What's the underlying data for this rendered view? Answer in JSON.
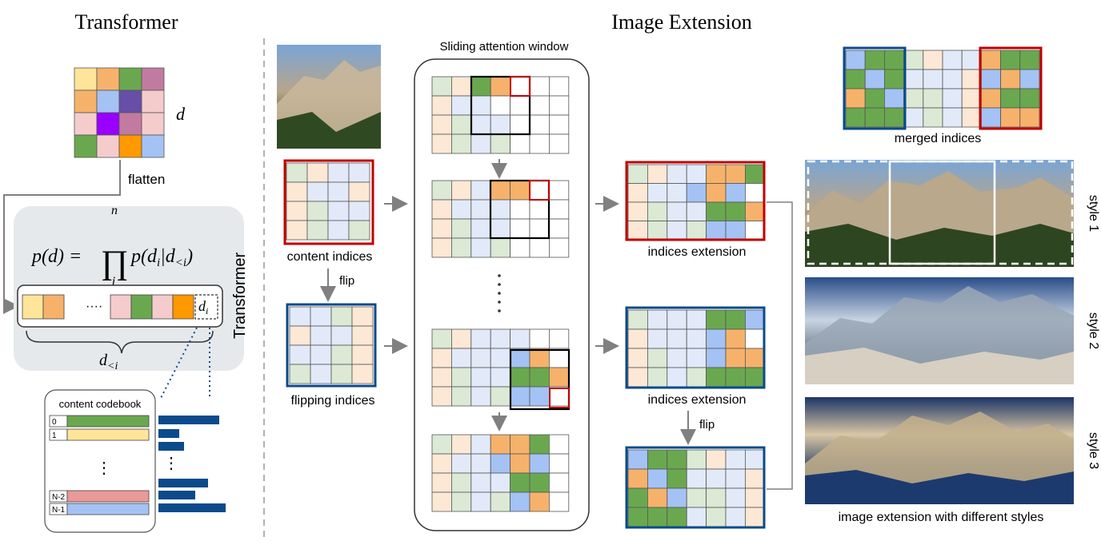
{
  "left_panel": {
    "title": "Transformer",
    "dim_label": "d",
    "flatten_label": "flatten",
    "formula": {
      "lhs": "p(d) =",
      "product_symbol": "∏",
      "product_upper": "n",
      "product_lower": "i",
      "rhs": "p(d",
      "rhs_sub_i": "i",
      "rhs_given": "|d",
      "rhs_sub_lt_i": "<i",
      "rhs_close": ")"
    },
    "sequence_ellipsis": "····",
    "sequence_last_token": "d",
    "sequence_last_token_sub": "i",
    "brace_label": "d",
    "brace_label_sub": "<i",
    "vertical_label": "Transformer",
    "codebook": {
      "title": "content codebook",
      "entries": [
        {
          "index": "0",
          "color": "#6aa84f"
        },
        {
          "index": "1",
          "color": "#ffe599"
        },
        {
          "index": "N-2",
          "color": "#ea9999"
        },
        {
          "index": "N-1",
          "color": "#a4c2f4"
        }
      ],
      "ellipsis": "⋮",
      "bar_color": "#0b4a8b"
    }
  },
  "right_panel": {
    "title": "Image Extension",
    "content_indices_label": "content indices",
    "flip_label_1": "flip",
    "flipping_indices_label": "flipping indices",
    "window_title": "Sliding attention window",
    "window_ellipsis": "⋮",
    "indices_extension_label_top": "indices extension",
    "indices_extension_label_bottom": "indices extension",
    "flip_label_2": "flip",
    "merged_indices_label": "merged indices",
    "styles": [
      "style 1",
      "style 2",
      "style 3"
    ],
    "styles_caption": "image extension with different styles"
  },
  "colors": {
    "green": "#6aa84f",
    "orange": "#f6b26b",
    "blue": "#a4c2f4",
    "yellow": "#ffe599",
    "pink": "#f4cccc",
    "purple": "#674ea7",
    "magenta": "#9900ff",
    "mauve": "#c27ba0",
    "bright_orange": "#ff9900",
    "red_frame": "#c00000",
    "blue_frame": "#0b4a8b",
    "panel_bg": "#e6e9ec"
  }
}
